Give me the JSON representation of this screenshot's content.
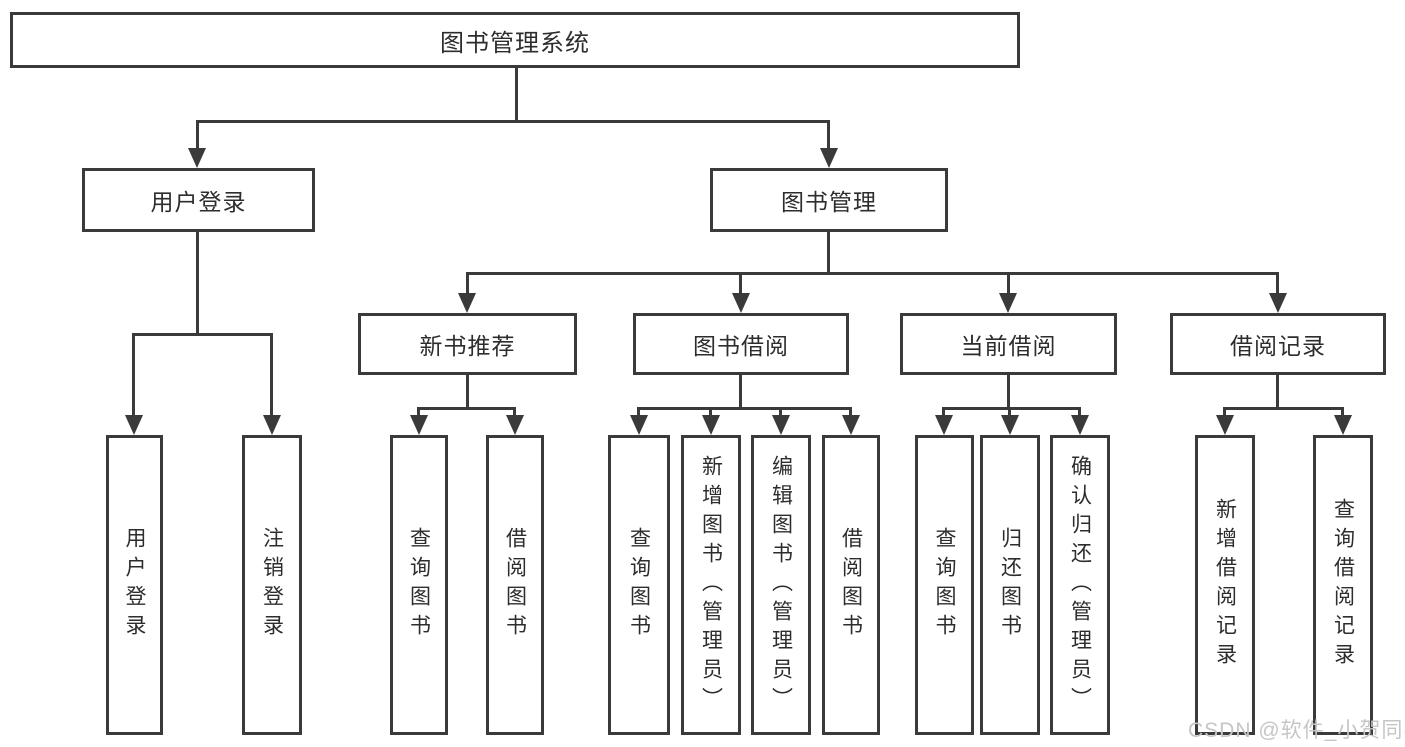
{
  "tree": {
    "root": "图书管理系统",
    "level2": [
      "用户登录",
      "图书管理"
    ],
    "level3": [
      "新书推荐",
      "图书借阅",
      "当前借阅",
      "借阅记录"
    ],
    "leaves": {
      "user": [
        "用户登录",
        "注销登录"
      ],
      "recommend": [
        "查询图书",
        "借阅图书"
      ],
      "borrow": [
        "查询图书",
        "新增图书（管理员）",
        "编辑图书（管理员）",
        "借阅图书"
      ],
      "current": [
        "查询图书",
        "归还图书",
        "确认归还（管理员）"
      ],
      "record": [
        "新增借阅记录",
        "查询借阅记录"
      ]
    }
  },
  "watermark": "CSDN @软件_小贺同学",
  "colors": {
    "line": "#3a3a3a",
    "text": "#2d2d2d",
    "wm": "#c6c6c6",
    "bg": "#ffffff"
  }
}
